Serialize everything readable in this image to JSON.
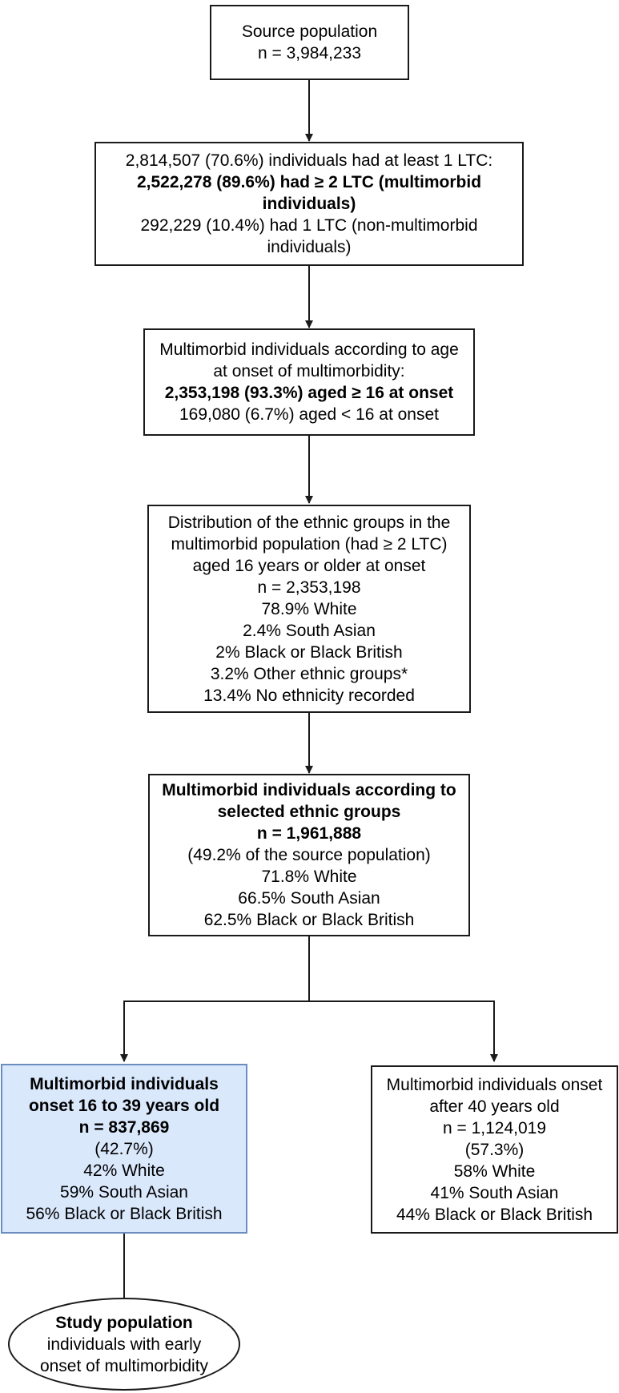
{
  "boxes": {
    "source": {
      "lines": [
        {
          "text": "Source population",
          "bold": false
        },
        {
          "text": "n = 3,984,233",
          "bold": false
        }
      ]
    },
    "ltc": {
      "lines": [
        {
          "text": "2,814,507 (70.6%) individuals had at least 1 LTC:",
          "bold": false
        },
        {
          "text": "2,522,278 (89.6%) had ≥ 2 LTC (multimorbid individuals)",
          "bold": true
        },
        {
          "text": "292,229 (10.4%) had 1 LTC (non-multimorbid individuals)",
          "bold": false
        }
      ]
    },
    "age_onset": {
      "lines": [
        {
          "text": "Multimorbid individuals according to age at onset of multimorbidity:",
          "bold": false
        },
        {
          "text": "2,353,198 (93.3%) aged ≥ 16 at onset",
          "bold": true
        },
        {
          "text": "169,080 (6.7%) aged < 16 at onset",
          "bold": false
        }
      ]
    },
    "ethnic_distribution": {
      "lines": [
        {
          "text": "Distribution of the ethnic groups in the multimorbid population (had ≥ 2 LTC) aged 16 years or older at onset",
          "bold": false
        },
        {
          "text": "n = 2,353,198",
          "bold": false
        },
        {
          "text": "78.9% White",
          "bold": false
        },
        {
          "text": "2.4% South Asian",
          "bold": false
        },
        {
          "text": "2% Black or Black British",
          "bold": false
        },
        {
          "text": "3.2% Other ethnic groups*",
          "bold": false
        },
        {
          "text": "13.4% No ethnicity recorded",
          "bold": false
        }
      ]
    },
    "selected_ethnic": {
      "lines": [
        {
          "text": "Multimorbid individuals according to selected ethnic groups",
          "bold": true
        },
        {
          "text": "n = 1,961,888",
          "bold": true
        },
        {
          "text": "(49.2% of the source population)",
          "bold": false
        },
        {
          "text": "71.8% White",
          "bold": false
        },
        {
          "text": "66.5% South Asian",
          "bold": false
        },
        {
          "text": "62.5% Black or Black British",
          "bold": false
        }
      ]
    },
    "early_onset": {
      "lines": [
        {
          "text": "Multimorbid individuals onset 16 to 39 years old",
          "bold": true
        },
        {
          "text": "n = 837,869",
          "bold": true
        },
        {
          "text": "(42.7%)",
          "bold": false
        },
        {
          "text": "42% White",
          "bold": false
        },
        {
          "text": "59% South Asian",
          "bold": false
        },
        {
          "text": "56% Black or Black British",
          "bold": false
        }
      ]
    },
    "late_onset": {
      "lines": [
        {
          "text": "Multimorbid individuals onset after 40 years old",
          "bold": false
        },
        {
          "text": "n = 1,124,019",
          "bold": false
        },
        {
          "text": "(57.3%)",
          "bold": false
        },
        {
          "text": "58% White",
          "bold": false
        },
        {
          "text": "41% South Asian",
          "bold": false
        },
        {
          "text": "44% Black or Black British",
          "bold": false
        }
      ]
    },
    "study_population": {
      "lines": [
        {
          "text": "Study population",
          "bold": true
        },
        {
          "text": "individuals with early onset of multimorbidity",
          "bold": false
        }
      ]
    }
  },
  "colors": {
    "highlight_fill": "#dae8fc",
    "highlight_border": "#6c8ebf",
    "line": "#1a1a1a"
  }
}
